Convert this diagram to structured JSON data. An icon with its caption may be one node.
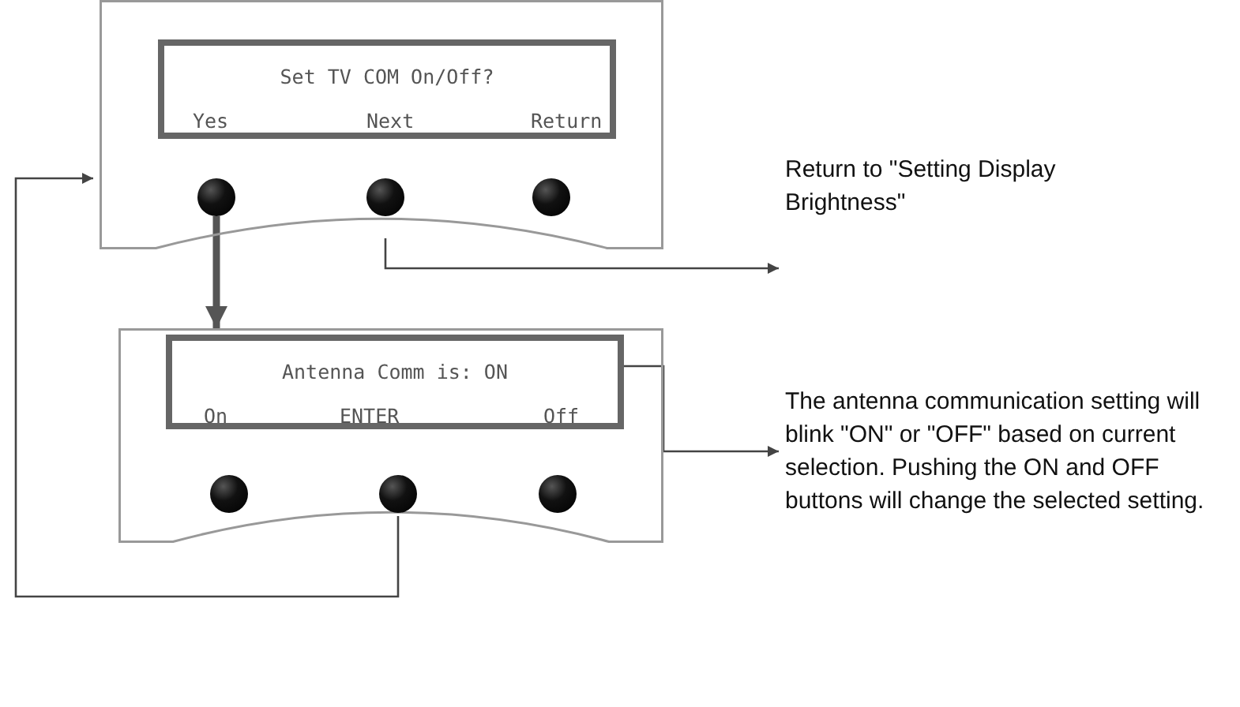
{
  "diagram": {
    "nodes": [
      {
        "text": [],
        "shape": "box"
      },
      {
        "text": [
          "Set TV COM On/Off?",
          "Yes",
          "Next",
          "Return"
        ],
        "in": 0
      },
      {
        "text": [],
        "shape": "circle",
        "in": 0
      },
      {
        "text": [],
        "shape": "circle",
        "in": 0
      },
      {
        "text": [],
        "shape": "circle",
        "in": 0
      },
      {
        "text": [],
        "shape": "box"
      },
      {
        "text": [
          "Antenna Comm is: ON",
          "On",
          "ENTER",
          "Off"
        ],
        "in": 5
      },
      {
        "text": [],
        "shape": "circle",
        "in": 5
      },
      {
        "text": [],
        "shape": "circle",
        "in": 5
      },
      {
        "text": [],
        "shape": "circle",
        "in": 5
      },
      {
        "text": [
          "Return to \"Setting Display Brightness\""
        ]
      },
      {
        "text": [
          "The antenna communication setting will blink \"ON\" or \"OFF\" based on current selection. Pushing the ON and OFF buttons will change the selected setting."
        ]
      }
    ],
    "edges": [
      {
        "from": 2,
        "to": 5,
        "arrow": "to",
        "style": "thick"
      },
      {
        "from": 3,
        "to": 10,
        "arrow": "to"
      },
      {
        "from": 8,
        "to": 0,
        "arrow": "to"
      },
      {
        "from": 6,
        "to": 11,
        "arrow": "to"
      }
    ]
  }
}
